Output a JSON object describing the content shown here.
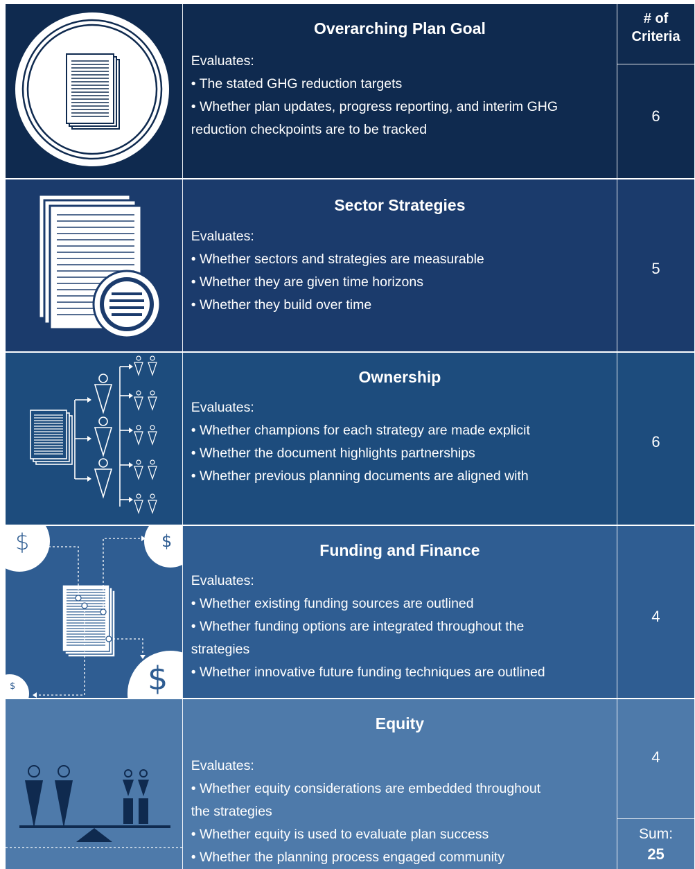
{
  "header": {
    "criteria_label_line1": "# of",
    "criteria_label_line2": "Criteria"
  },
  "rows": [
    {
      "title": "Overarching Plan Goal",
      "evaluates": "Evaluates:",
      "lines": [
        "• The stated GHG reduction targets",
        "• Whether plan updates, progress reporting, and interim GHG",
        "reduction checkpoints are to be tracked"
      ],
      "count": "6",
      "color": "#0f2a4f"
    },
    {
      "title": "Sector Strategies",
      "evaluates": "Evaluates:",
      "lines": [
        "• Whether sectors and strategies are measurable",
        "• Whether they are given time horizons",
        "• Whether they build over time"
      ],
      "count": "5",
      "color": "#1b3b6c"
    },
    {
      "title": "Ownership",
      "evaluates": "Evaluates:",
      "lines": [
        "• Whether champions for each strategy are made explicit",
        "• Whether the document highlights partnerships",
        "• Whether previous planning documents are aligned with"
      ],
      "count": "6",
      "color": "#1d4c7d"
    },
    {
      "title": "Funding and Finance",
      "evaluates": "Evaluates:",
      "lines": [
        "• Whether existing funding sources are outlined",
        "• Whether funding options are integrated throughout the",
        "strategies",
        "• Whether innovative future funding techniques are outlined"
      ],
      "count": "4",
      "color": "#2f5d92",
      "dollar": "$"
    },
    {
      "title": "Equity",
      "evaluates": "Evaluates:",
      "lines": [
        "• Whether equity considerations are embedded throughout",
        "the strategies",
        "• Whether equity is used to evaluate plan success",
        "• Whether the planning process engaged community"
      ],
      "count": "4",
      "color": "#4e7aaa"
    }
  ],
  "sum": {
    "label": "Sum:",
    "value": "25"
  }
}
